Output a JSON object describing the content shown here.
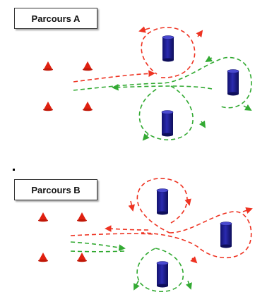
{
  "colors": {
    "red_path": "#ee3322",
    "green_path": "#33aa33",
    "cone": "#e02010",
    "barrel_body": "#1a1a8c",
    "barrel_top": "#4a4ad0"
  },
  "parcours_a": {
    "label": "Parcours A",
    "cone_count": 4,
    "barrel_count": 3,
    "icons": [
      "cone-icon",
      "barrel-icon"
    ]
  },
  "parcours_b": {
    "label": "Parcours B",
    "cone_count": 4,
    "barrel_count": 3,
    "icons": [
      "cone-icon",
      "barrel-icon"
    ]
  }
}
